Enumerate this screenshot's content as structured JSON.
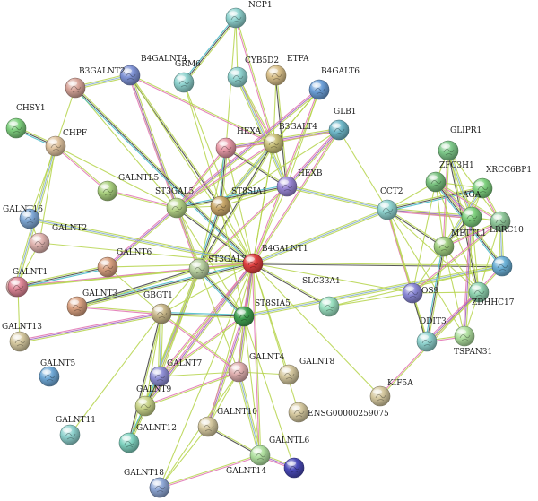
{
  "network": {
    "nodes": [
      {
        "id": "NCP1",
        "label": "NCP1",
        "color": "#8fd3cf"
      },
      {
        "id": "B4GALNT4",
        "label": "B4GALNT4",
        "color": "#7f93d6"
      },
      {
        "id": "B3GALNT2",
        "label": "B3GALNT2",
        "color": "#d8a59a"
      },
      {
        "id": "GRM6",
        "label": "GRM6",
        "color": "#8fd3cf"
      },
      {
        "id": "CYB5D2",
        "label": "CYB5D2",
        "color": "#8fd3cf"
      },
      {
        "id": "ETFA",
        "label": "ETFA",
        "color": "#d9c08a"
      },
      {
        "id": "B4GALT6",
        "label": "B4GALT6",
        "color": "#6b9fd8"
      },
      {
        "id": "CHSY1",
        "label": "CHSY1",
        "color": "#7ed07e"
      },
      {
        "id": "CHPF",
        "label": "CHPF",
        "color": "#e0c4a0"
      },
      {
        "id": "HEXA",
        "label": "HEXA",
        "color": "#e89aa8"
      },
      {
        "id": "B3GALT4",
        "label": "B3GALT4",
        "color": "#c9c07a"
      },
      {
        "id": "GLB1",
        "label": "GLB1",
        "color": "#6fb8c9"
      },
      {
        "id": "GLIPR1",
        "label": "GLIPR1",
        "color": "#7ec98a"
      },
      {
        "id": "ZFC3H1",
        "label": "ZFC3H1",
        "color": "#79c27f"
      },
      {
        "id": "XRCC6BP1",
        "label": "XRCC6BP1",
        "color": "#7ed07e"
      },
      {
        "id": "GALNTL5",
        "label": "GALNTL5",
        "color": "#a9d07e"
      },
      {
        "id": "HEXB",
        "label": "HEXB",
        "color": "#9a88d6"
      },
      {
        "id": "ST3GAL5",
        "label": "ST3GAL5",
        "color": "#b6d488"
      },
      {
        "id": "ST8SIA1",
        "label": "ST8SIA1",
        "color": "#c9a86a"
      },
      {
        "id": "CCT2",
        "label": "CCT2",
        "color": "#8fd3cf"
      },
      {
        "id": "AGA",
        "label": "AGA",
        "color": "#7ed07e"
      },
      {
        "id": "GALNT16",
        "label": "GALNT16",
        "color": "#7fa8d6"
      },
      {
        "id": "GALNT2",
        "label": "GALNT2",
        "color": "#e0b4b0"
      },
      {
        "id": "METTL1",
        "label": "METTL1",
        "color": "#9fce7f"
      },
      {
        "id": "LRRC10",
        "label": "LRRC10",
        "color": "#8fc79a"
      },
      {
        "id": "GALNT1",
        "label": "GALNT1",
        "color": "#e0b4b0"
      },
      {
        "id": "GALNT6",
        "label": "GALNT6",
        "color": "#d8a080"
      },
      {
        "id": "ST3GAL2",
        "label": "ST3GAL2",
        "color": "#b8d0a0"
      },
      {
        "id": "B4GALNT1",
        "label": "B4GALNT1",
        "color": "#e04040"
      },
      {
        "id": "SLC33A1",
        "label": "SLC33A1",
        "color": "#9ae0c0"
      },
      {
        "id": "TRIAGE1",
        "label": "",
        "color": "#6bb0d6"
      },
      {
        "id": "GALNT3",
        "label": "GALNT3",
        "color": "#d8a080"
      },
      {
        "id": "GALNT_PINK",
        "label": "",
        "color": "#e08898"
      },
      {
        "id": "GBGT1",
        "label": "GBGT1",
        "color": "#c9b88a"
      },
      {
        "id": "OS9",
        "label": "OS9",
        "color": "#8a88d6"
      },
      {
        "id": "ZDHHC17",
        "label": "ZDHHC17",
        "color": "#8fd3b0"
      },
      {
        "id": "ST8SIA5",
        "label": "ST8SIA5",
        "color": "#40a050"
      },
      {
        "id": "GALNT13",
        "label": "GALNT13",
        "color": "#d6c9a0"
      },
      {
        "id": "DDIT3",
        "label": "DDIT3",
        "color": "#8fd3cf"
      },
      {
        "id": "TSPAN31",
        "label": "TSPAN31",
        "color": "#b0e0a0"
      },
      {
        "id": "GALNT5",
        "label": "GALNT5",
        "color": "#6fa8d6"
      },
      {
        "id": "GALNT7",
        "label": "GALNT7",
        "color": "#8f8fd6"
      },
      {
        "id": "GALNT4",
        "label": "GALNT4",
        "color": "#e0b0b0"
      },
      {
        "id": "KIF5A",
        "label": "KIF5A",
        "color": "#d6c9a0"
      },
      {
        "id": "GALNT9",
        "label": "GALNT9",
        "color": "#c9d48a"
      },
      {
        "id": "GALNT8",
        "label": "GALNT8",
        "color": "#d6c9a0"
      },
      {
        "id": "GALNT11",
        "label": "GALNT11",
        "color": "#8fd3cf"
      },
      {
        "id": "GALNT12",
        "label": "GALNT12",
        "color": "#7fd3c0"
      },
      {
        "id": "GALNT10",
        "label": "GALNT10",
        "color": "#d6c9a0"
      },
      {
        "id": "ENSG00000259075",
        "label": "ENSG00000259075",
        "color": "#d6c9a0"
      },
      {
        "id": "GALNTL6",
        "label": "GALNTL6",
        "color": "#b0e0a0"
      },
      {
        "id": "GALNT14",
        "label": "GALNT14",
        "color": "#4a4ab8"
      },
      {
        "id": "GALNT18",
        "label": "GALNT18",
        "color": "#8fa8d6"
      },
      {
        "id": "GALNT18B",
        "label": "",
        "color": "#8fa8d6"
      }
    ],
    "edges": [
      [
        "NCP1",
        "GRM6"
      ],
      [
        "NCP1",
        "CYB5D2"
      ],
      [
        "NCP1",
        "HEXA"
      ],
      [
        "NCP1",
        "B3GALT4"
      ],
      [
        "B4GALNT4",
        "B3GALNT2"
      ],
      [
        "B4GALNT4",
        "ST3GAL5"
      ],
      [
        "B4GALNT4",
        "ST8SIA1"
      ],
      [
        "B4GALNT4",
        "B4GALNT1"
      ],
      [
        "B4GALNT4",
        "ST3GAL2"
      ],
      [
        "B4GALNT4",
        "B3GALT4"
      ],
      [
        "B3GALNT2",
        "CHPF"
      ],
      [
        "B3GALNT2",
        "ST3GAL5"
      ],
      [
        "B3GALNT2",
        "B4GALNT1"
      ],
      [
        "GRM6",
        "B4GALNT1"
      ],
      [
        "GRM6",
        "ST8SIA1"
      ],
      [
        "CYB5D2",
        "B3GALT4"
      ],
      [
        "CYB5D2",
        "HEXB"
      ],
      [
        "ETFA",
        "B3GALT4"
      ],
      [
        "ETFA",
        "HEXB"
      ],
      [
        "B4GALT6",
        "B3GALT4"
      ],
      [
        "B4GALT6",
        "ST3GAL5"
      ],
      [
        "B4GALT6",
        "B4GALNT1"
      ],
      [
        "B4GALT6",
        "ST8SIA1"
      ],
      [
        "B4GALT6",
        "HEXB"
      ],
      [
        "CHSY1",
        "CHPF"
      ],
      [
        "CHPF",
        "GALNT16"
      ],
      [
        "CHPF",
        "GALNT2"
      ],
      [
        "CHPF",
        "GALNTL5"
      ],
      [
        "CHPF",
        "GALNT1"
      ],
      [
        "CHPF",
        "ST3GAL5"
      ],
      [
        "HEXA",
        "HEXB"
      ],
      [
        "HEXA",
        "B3GALT4"
      ],
      [
        "HEXA",
        "GLB1"
      ],
      [
        "HEXA",
        "ST3GAL5"
      ],
      [
        "HEXA",
        "B4GALNT1"
      ],
      [
        "HEXA",
        "ST3GAL2"
      ],
      [
        "HEXA",
        "ST8SIA1"
      ],
      [
        "B3GALT4",
        "GLB1"
      ],
      [
        "B3GALT4",
        "HEXB"
      ],
      [
        "B3GALT4",
        "ST3GAL5"
      ],
      [
        "B3GALT4",
        "ST8SIA1"
      ],
      [
        "B3GALT4",
        "B4GALNT1"
      ],
      [
        "B3GALT4",
        "ST3GAL2"
      ],
      [
        "B3GALT4",
        "ST8SIA5"
      ],
      [
        "GLB1",
        "HEXB"
      ],
      [
        "GLB1",
        "B4GALNT1"
      ],
      [
        "GLB1",
        "CCT2"
      ],
      [
        "GLB1",
        "ST8SIA1"
      ],
      [
        "HEXB",
        "ST3GAL5"
      ],
      [
        "HEXB",
        "B4GALNT1"
      ],
      [
        "HEXB",
        "ST8SIA1"
      ],
      [
        "HEXB",
        "ST3GAL2"
      ],
      [
        "HEXB",
        "CCT2"
      ],
      [
        "ST3GAL5",
        "ST8SIA1"
      ],
      [
        "ST3GAL5",
        "B4GALNT1"
      ],
      [
        "ST3GAL5",
        "ST3GAL2"
      ],
      [
        "ST3GAL5",
        "GALNT6"
      ],
      [
        "ST3GAL5",
        "GALNTL5"
      ],
      [
        "ST3GAL5",
        "ST8SIA5"
      ],
      [
        "ST8SIA1",
        "B4GALNT1"
      ],
      [
        "ST8SIA1",
        "ST3GAL2"
      ],
      [
        "ST8SIA1",
        "ST8SIA5"
      ],
      [
        "B4GALNT1",
        "ST3GAL2"
      ],
      [
        "B4GALNT1",
        "ST8SIA5"
      ],
      [
        "B4GALNT1",
        "CCT2"
      ],
      [
        "B4GALNT1",
        "OS9"
      ],
      [
        "B4GALNT1",
        "SLC33A1"
      ],
      [
        "B4GALNT1",
        "GBGT1"
      ],
      [
        "B4GALNT1",
        "GALNT4"
      ],
      [
        "B4GALNT1",
        "GALNT7"
      ],
      [
        "B4GALNT1",
        "KIF5A"
      ],
      [
        "B4GALNT1",
        "GALNT8"
      ],
      [
        "B4GALNT1",
        "GALNT3"
      ],
      [
        "B4GALNT1",
        "GALNT6"
      ],
      [
        "B4GALNT1",
        "GALNT2"
      ],
      [
        "B4GALNT1",
        "GALNT1"
      ],
      [
        "B4GALNT1",
        "GALNT16"
      ],
      [
        "B4GALNT1",
        "GALNT_PINK"
      ],
      [
        "B4GALNT1",
        "TRIAGE1"
      ],
      [
        "B4GALNT1",
        "GALNT10"
      ],
      [
        "B4GALNT1",
        "GALNT9"
      ],
      [
        "B4GALNT1",
        "GALNTL6"
      ],
      [
        "B4GALNT1",
        "GALNT18"
      ],
      [
        "B4GALNT1",
        "ENSG00000259075"
      ],
      [
        "ST3GAL2",
        "ST8SIA5"
      ],
      [
        "ST3GAL2",
        "GBGT1"
      ],
      [
        "ST3GAL2",
        "GALNT4"
      ],
      [
        "ST3GAL2",
        "GALNT7"
      ],
      [
        "ST3GAL2",
        "GALNT9"
      ],
      [
        "ST3GAL2",
        "GALNT12"
      ],
      [
        "ST3GAL2",
        "GALNT3"
      ],
      [
        "ST8SIA5",
        "GALNT4"
      ],
      [
        "ST8SIA5",
        "GALNT10"
      ],
      [
        "ST8SIA5",
        "GALNT7"
      ],
      [
        "ST8SIA5",
        "GALNTL6"
      ],
      [
        "ST8SIA5",
        "GALNT14"
      ],
      [
        "ST8SIA5",
        "GBGT1"
      ],
      [
        "SLC33A1",
        "TRIAGE1"
      ],
      [
        "SLC33A1",
        "OS9"
      ],
      [
        "TRIAGE1",
        "KIF5A"
      ],
      [
        "TRIAGE1",
        "ST8SIA5"
      ],
      [
        "CCT2",
        "ZFC3H1"
      ],
      [
        "CCT2",
        "METTL1"
      ],
      [
        "CCT2",
        "LRRC10"
      ],
      [
        "CCT2",
        "AGA"
      ],
      [
        "CCT2",
        "OS9"
      ],
      [
        "CCT2",
        "ZDHHC17"
      ],
      [
        "CCT2",
        "DDIT3"
      ],
      [
        "CCT2",
        "XRCC6BP1"
      ],
      [
        "CCT2",
        "TSPAN31"
      ],
      [
        "GLIPR1",
        "ZFC3H1"
      ],
      [
        "GLIPR1",
        "METTL1"
      ],
      [
        "GLIPR1",
        "AGA"
      ],
      [
        "GLIPR1",
        "LRRC10"
      ],
      [
        "GLIPR1",
        "ZDHHC17"
      ],
      [
        "ZFC3H1",
        "XRCC6BP1"
      ],
      [
        "ZFC3H1",
        "AGA"
      ],
      [
        "ZFC3H1",
        "LRRC10"
      ],
      [
        "ZFC3H1",
        "METTL1"
      ],
      [
        "ZFC3H1",
        "ZDHHC17"
      ],
      [
        "ZFC3H1",
        "TRIAGE1"
      ],
      [
        "ZFC3H1",
        "OS9"
      ],
      [
        "XRCC6BP1",
        "AGA"
      ],
      [
        "XRCC6BP1",
        "LRRC10"
      ],
      [
        "XRCC6BP1",
        "METTL1"
      ],
      [
        "AGA",
        "LRRC10"
      ],
      [
        "AGA",
        "METTL1"
      ],
      [
        "AGA",
        "ZDHHC17"
      ],
      [
        "AGA",
        "TSPAN31"
      ],
      [
        "METTL1",
        "LRRC10"
      ],
      [
        "METTL1",
        "OS9"
      ],
      [
        "METTL1",
        "ZDHHC17"
      ],
      [
        "METTL1",
        "DDIT3"
      ],
      [
        "METTL1",
        "TSPAN31"
      ],
      [
        "LRRC10",
        "ZDHHC17"
      ],
      [
        "LRRC10",
        "OS9"
      ],
      [
        "LRRC10",
        "TRIAGE1"
      ],
      [
        "OS9",
        "ZDHHC17"
      ],
      [
        "OS9",
        "DDIT3"
      ],
      [
        "ZDHHC17",
        "TSPAN31"
      ],
      [
        "ZDHHC17",
        "DDIT3"
      ],
      [
        "DDIT3",
        "TSPAN31"
      ],
      [
        "GALNT16",
        "GALNT2"
      ],
      [
        "GALNT2",
        "GALNT1"
      ],
      [
        "GALNT1",
        "GALNT6"
      ],
      [
        "GALNT_PINK",
        "GALNT13"
      ],
      [
        "GALNT6",
        "GBGT1"
      ],
      [
        "GALNT3",
        "GBGT1"
      ],
      [
        "GBGT1",
        "GALNT7"
      ],
      [
        "GBGT1",
        "GALNT9"
      ],
      [
        "GBGT1",
        "GALNT12"
      ],
      [
        "GBGT1",
        "GALNT11"
      ],
      [
        "GBGT1",
        "GALNT13"
      ],
      [
        "GBGT1",
        "GALNT4"
      ],
      [
        "GALNT7",
        "GALNT9"
      ],
      [
        "GALNT7",
        "GALNT4"
      ],
      [
        "GALNT7",
        "GALNT12"
      ],
      [
        "GALNT9",
        "GALNT12"
      ],
      [
        "GALNT4",
        "GALNT10"
      ],
      [
        "GALNT4",
        "GALNT9"
      ],
      [
        "GALNT4",
        "GALNTL6"
      ],
      [
        "GALNT4",
        "GALNT8"
      ],
      [
        "GALNT10",
        "GALNTL6"
      ],
      [
        "GALNT10",
        "GALNT18"
      ],
      [
        "GALNTL6",
        "GALNT14"
      ],
      [
        "GALNT18",
        "GALNTL6"
      ],
      [
        "GALNT18",
        "GALNT4"
      ]
    ],
    "edge_colors": [
      "#b5d44a",
      "#3a3a3a",
      "#3fb8c9",
      "#9a60c0",
      "#e070b0",
      "#80a8d0"
    ]
  }
}
